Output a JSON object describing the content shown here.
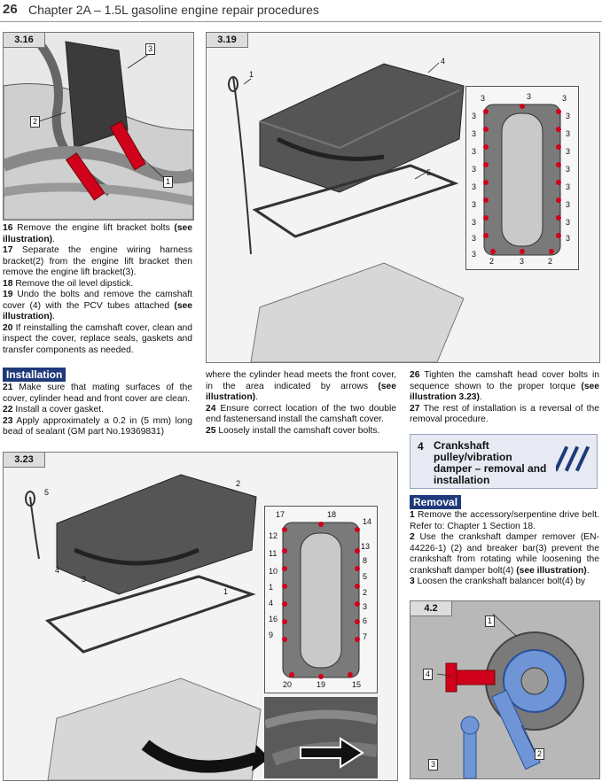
{
  "header": {
    "page_number": "26",
    "chapter_title": "Chapter 2A – 1.5L gasoline engine repair procedures"
  },
  "figures": {
    "fig316": {
      "label": "3.16",
      "callouts": [
        "3",
        "2",
        "1"
      ]
    },
    "fig319": {
      "label": "3.19",
      "callouts": [
        "1",
        "4",
        "5"
      ],
      "inset_callouts": [
        "3",
        "3",
        "3",
        "3",
        "3",
        "3",
        "3",
        "3",
        "3",
        "3",
        "3",
        "3",
        "3",
        "3",
        "3",
        "3",
        "3",
        "3",
        "3",
        "3",
        "2",
        "3",
        "2"
      ]
    },
    "fig323": {
      "label": "3.23",
      "callouts": [
        "5",
        "2",
        "4",
        "3",
        "1"
      ],
      "inset_callouts": [
        "17",
        "18",
        "14",
        "12",
        "13",
        "11",
        "8",
        "10",
        "5",
        "1",
        "2",
        "3",
        "4",
        "6",
        "16",
        "7",
        "9",
        "20",
        "19",
        "15"
      ]
    },
    "fig42": {
      "label": "4.2",
      "callouts": [
        "1",
        "4",
        "2",
        "3"
      ]
    }
  },
  "col1_text": [
    {
      "num": "16",
      "text": "Remove the engine lift bracket bolts",
      "bold": "(see illustration)",
      "tail": "."
    },
    {
      "num": "17",
      "text": "Separate the engine wiring harness bracket(2) from the engine lift bracket then remove the engine lift bracket(3).",
      "bold": "",
      "tail": ""
    },
    {
      "num": "18",
      "text": "Remove the oil level dipstick.",
      "bold": "",
      "tail": ""
    },
    {
      "num": "19",
      "text": "Undo the bolts and remove the camshaft cover (4) with the PCV tubes attached",
      "bold": "(see illustration)",
      "tail": "."
    },
    {
      "num": "20",
      "text": "If reinstalling the camshaft cover, clean and inspect the cover, replace seals, gaskets and transfer components as needed.",
      "bold": "",
      "tail": ""
    }
  ],
  "installation": {
    "heading": "Installation",
    "col1": [
      {
        "num": "21",
        "text": "Make sure that mating surfaces of the cover, cylinder head and front cover are clean."
      },
      {
        "num": "22",
        "text": "Install a cover gasket."
      },
      {
        "num": "23",
        "text": "Apply approximately a 0.2 in (5 mm) long bead of sealant (GM part No.19369831)"
      }
    ],
    "col2_lead": "where the cylinder head meets the front cover, in the area indicated by arrows",
    "col2_lead_bold": "(see illustration)",
    "col2_lead_tail": ".",
    "col2": [
      {
        "num": "24",
        "text": "Ensure correct location of the two double end fastenersand install the camshaft cover."
      },
      {
        "num": "25",
        "text": "Loosely install the camshaft cover bolts."
      }
    ],
    "col3_26_text": "Tighten the camshaft head cover bolts in sequence shown to the proper torque",
    "col3_26_bold": "(see illustration 3.23)",
    "col3_26_tail": ".",
    "col3_27_text": "The rest of installation is a reversal of the removal procedure."
  },
  "section4": {
    "number": "4",
    "title": "Crankshaft pulley/vibration damper – removal and installation"
  },
  "removal": {
    "heading": "Removal",
    "step1_text": "Remove the accessory/serpentine drive belt. Refer to: Chapter 1 Section 18.",
    "step2_text": "Use the crankshaft damper remover (EN-44226-1) (2) and breaker bar(3) prevent the crankshaft from rotating while loosening the crankshaft damper bolt(4)",
    "step2_bold": "(see illustration)",
    "step2_tail": ".",
    "step3_text": "Loosen the crankshaft balancer bolt(4) by"
  },
  "colors": {
    "section_bg": "#1f3a7a",
    "bolt_red": "#d0021b",
    "tool_blue": "#6f95d6"
  }
}
